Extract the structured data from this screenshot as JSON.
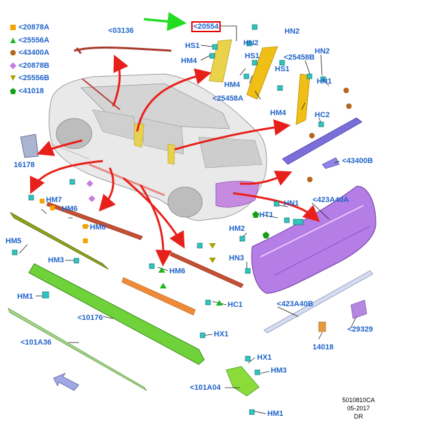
{
  "legend": [
    {
      "symbol": "square",
      "color": "#f5a300",
      "label": "<20878A"
    },
    {
      "symbol": "triangle",
      "color": "#19b719",
      "label": "<25556A"
    },
    {
      "symbol": "circle",
      "color": "#b5651d",
      "label": "<43400A"
    },
    {
      "symbol": "diamond",
      "color": "#c77ddd",
      "label": "<20878B"
    },
    {
      "symbol": "triangle-down",
      "color": "#a8a000",
      "label": "<25556B"
    },
    {
      "symbol": "pentagon",
      "color": "#13a013",
      "label": "<41018"
    }
  ],
  "labels": {
    "p03136": "<03136",
    "p20554": "<20554",
    "hs1_a": "HS1",
    "hm4_a": "HM4",
    "hn2_a": "HN2",
    "hn2_b": "HN2",
    "hs1_b": "HS1",
    "hn2_c": "HN2",
    "p25458b": "<25458B",
    "hs1_c": "HS1",
    "hm4_b": "HM4",
    "p25458a": "<25458A",
    "hn1_a": "HN1",
    "hm4_c": "HM4",
    "hc2": "HC2",
    "p43400b": "<43400B",
    "p16178": "16178",
    "hm7": "HM7",
    "hm6_a": "HM6",
    "hm6_b": "HM6",
    "hm5": "HM5",
    "hm3_a": "HM3",
    "hm1_a": "HM1",
    "hm6_c": "HM6",
    "hc1": "HC1",
    "p10176": "<10176",
    "hx1_a": "HX1",
    "p101a36": "<101A36",
    "hx1_b": "HX1",
    "hm3_b": "HM3",
    "p101a04": "<101A04",
    "hm1_b": "HM1",
    "hn1_b": "HN1",
    "p423a40a": "<423A40A",
    "ht1": "HT1",
    "hm2": "HM2",
    "hn3": "HN3",
    "p423a40b": "<423A40B",
    "p29329": "<29329",
    "p14018": "14018"
  },
  "footer": {
    "code": "5010810CA",
    "date": "05-2017",
    "initials": "DR"
  }
}
